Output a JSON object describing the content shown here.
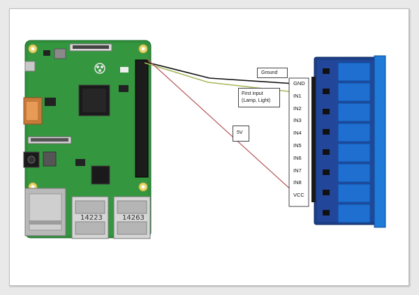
{
  "colors": {
    "pcb_green": "#2f8f3a",
    "relay_blue": "#1e6fd0",
    "relay_board": "#1b3f86",
    "wire_ground": "#111111",
    "wire_input": "#a7b95a",
    "wire_5v": "#b5555b"
  },
  "labels": {
    "ground": "Ground",
    "first_input_line1": "First input",
    "first_input_line2": "(Lamp, Light)",
    "five_v": "5V"
  },
  "relay_pins": [
    "GND",
    "IN1",
    "IN2",
    "IN3",
    "IN4",
    "IN5",
    "IN6",
    "IN7",
    "IN8",
    "VCC"
  ],
  "rpi": {
    "usb_left": "14223",
    "usb_right": "14263"
  }
}
